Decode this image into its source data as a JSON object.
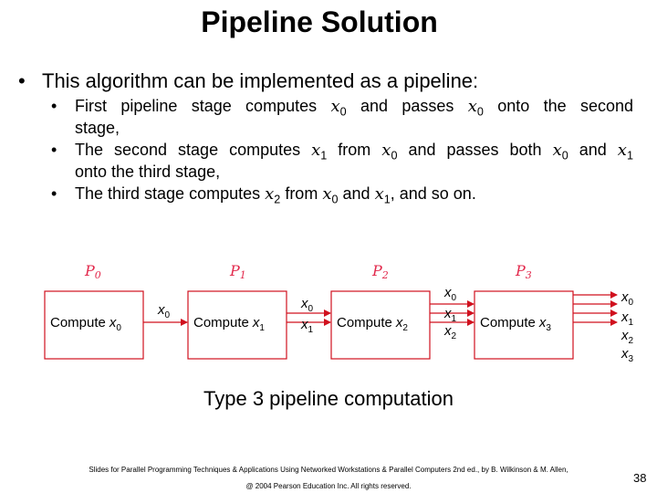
{
  "slide": {
    "title": "Pipeline Solution",
    "bullet": "This algorithm can be implemented as a pipeline:",
    "subbullets": [
      {
        "pre": "First pipeline stage computes",
        "v1": "x",
        "s1": "0",
        "mid": "and passes",
        "v2": "x",
        "s2": "0",
        "post": "onto the second",
        "cont": "stage,"
      },
      {
        "pre": "The second stage computes",
        "v1": "x",
        "s1": "1",
        "mid": "from",
        "v2": "x",
        "s2": "0",
        "mid2": "and passes both",
        "v3": "x",
        "s3": "0",
        "and": "and",
        "v4": "x",
        "s4": "1",
        "cont": "onto the third stage,"
      },
      {
        "pre": "The third stage computes",
        "v1": "x",
        "s1": "2",
        "mid": "from",
        "v2": "x",
        "s2": "0",
        "and": "and",
        "v3": "x",
        "s3": "1",
        "post": ", and so on."
      }
    ],
    "caption": "Type 3 pipeline computation",
    "footer_line1": "Slides for Parallel Programming Techniques & Applications Using Networked Workstations & Parallel Computers 2nd ed., by B. Wilkinson & M. Allen,",
    "footer_line2": "@ 2004 Pearson Education Inc. All rights reserved.",
    "page_number": "38"
  },
  "diagram": {
    "processors": [
      {
        "letter": "P",
        "sub": "0"
      },
      {
        "letter": "P",
        "sub": "1"
      },
      {
        "letter": "P",
        "sub": "2"
      },
      {
        "letter": "P",
        "sub": "3"
      }
    ],
    "compute_word": "Compute",
    "stage_vars": [
      {
        "v": "x",
        "s": "0"
      },
      {
        "v": "x",
        "s": "1"
      },
      {
        "v": "x",
        "s": "2"
      },
      {
        "v": "x",
        "s": "3"
      }
    ],
    "link1_labels": [
      {
        "v": "x",
        "s": "0"
      }
    ],
    "link2_labels": [
      {
        "v": "x",
        "s": "0"
      },
      {
        "v": "x",
        "s": "1"
      }
    ],
    "link3_labels": [
      {
        "v": "x",
        "s": "0"
      },
      {
        "v": "x",
        "s": "1"
      },
      {
        "v": "x",
        "s": "2"
      }
    ],
    "output_labels": [
      {
        "v": "x",
        "s": "0"
      },
      {
        "v": "x",
        "s": "1"
      },
      {
        "v": "x",
        "s": "2"
      },
      {
        "v": "x",
        "s": "3"
      }
    ],
    "colors": {
      "processor_label": "#e2284b",
      "arrow": "#d0101e",
      "box_border": "#d0101e"
    }
  }
}
